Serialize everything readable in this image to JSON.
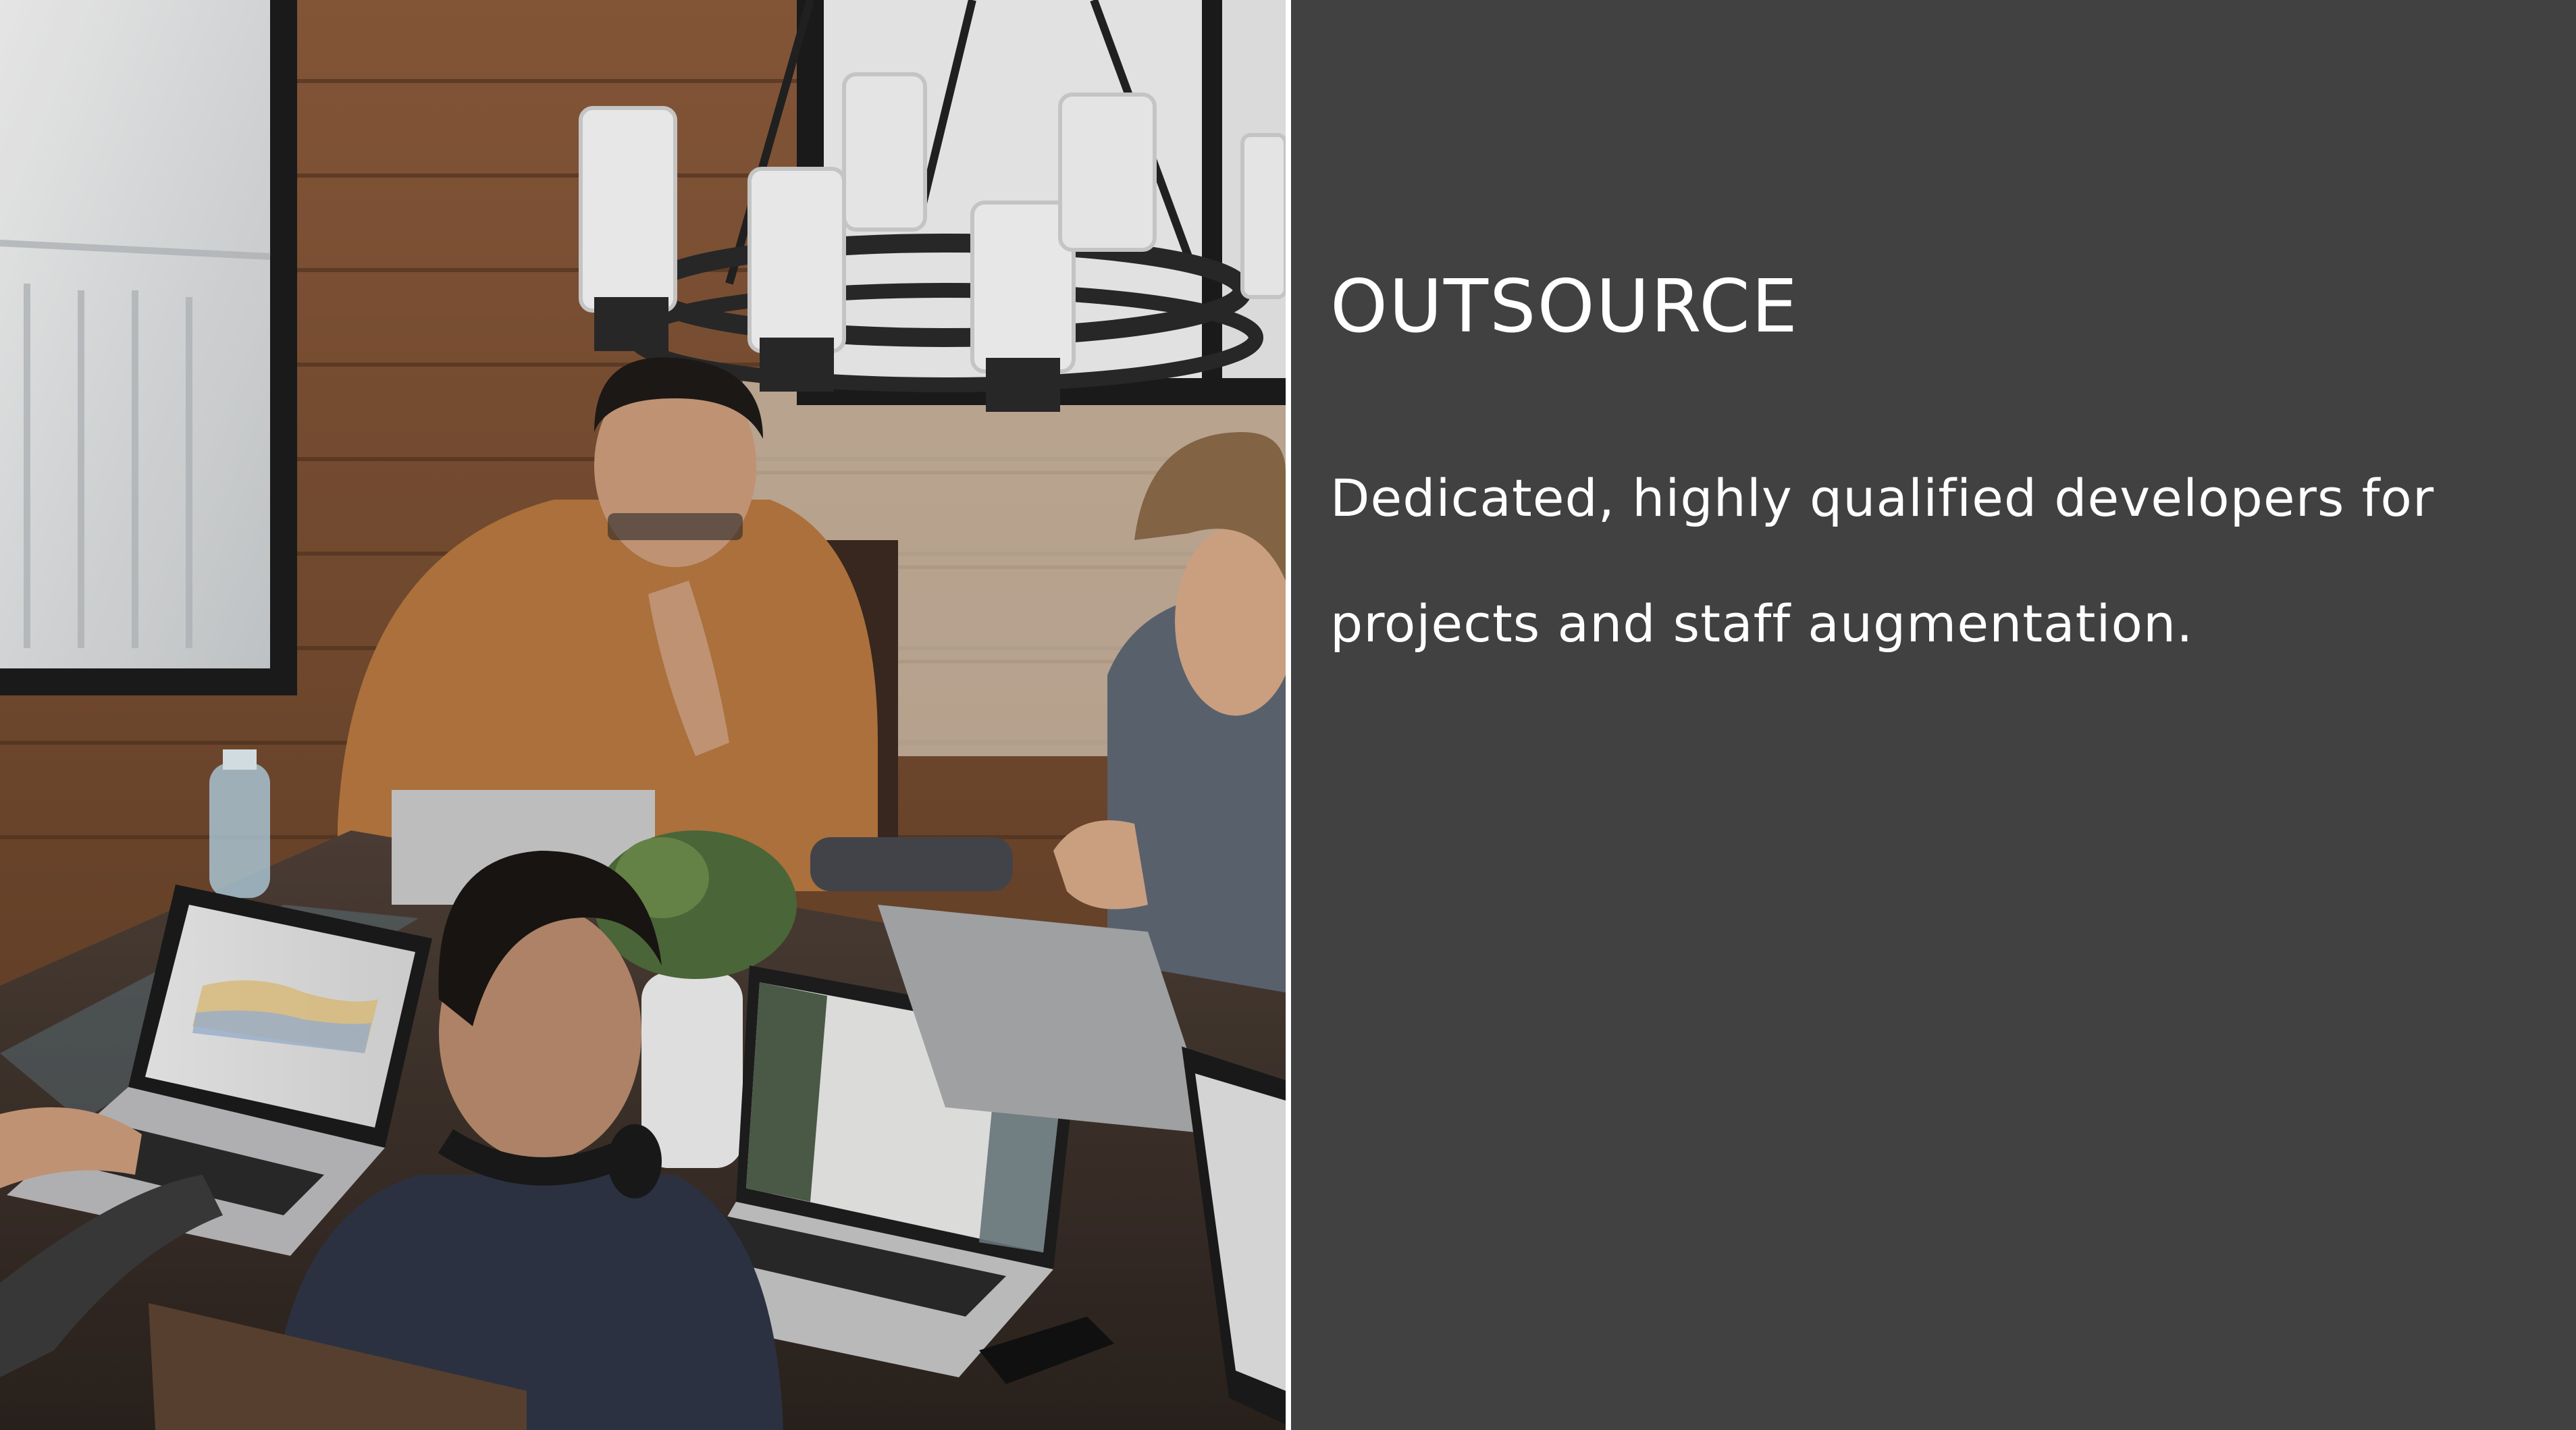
{
  "slide": {
    "heading": "OUTSOURCE",
    "body_lines": [
      "Dedicated, highly qualified developers for",
      "projects and staff augmentation."
    ]
  },
  "colors": {
    "panel_background": "#414141",
    "text": "#ffffff",
    "divider": "#ffffff"
  },
  "photo": {
    "subject": "team-of-developers-working-on-laptops-photo"
  }
}
